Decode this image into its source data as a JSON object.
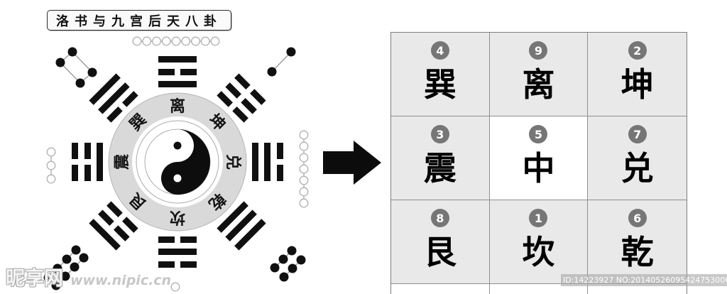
{
  "title": {
    "text": "洛书与九宫后天八卦"
  },
  "bagua_wheel": {
    "center_symbol": "taiji-yin-yang",
    "ring_labels": [
      {
        "char": "离",
        "angle": 0
      },
      {
        "char": "坤",
        "angle": 45
      },
      {
        "char": "兑",
        "angle": 90
      },
      {
        "char": "乾",
        "angle": 135
      },
      {
        "char": "坎",
        "angle": 180
      },
      {
        "char": "艮",
        "angle": 225
      },
      {
        "char": "震",
        "angle": 270
      },
      {
        "char": "巽",
        "angle": 315
      }
    ],
    "trigrams": [
      {
        "name": "li",
        "angle": 0,
        "lines_outer_to_inner": [
          "solid",
          "broken",
          "solid"
        ]
      },
      {
        "name": "kun",
        "angle": 45,
        "lines_outer_to_inner": [
          "broken",
          "broken",
          "broken"
        ]
      },
      {
        "name": "dui",
        "angle": 90,
        "lines_outer_to_inner": [
          "broken",
          "solid",
          "solid"
        ]
      },
      {
        "name": "qian",
        "angle": 135,
        "lines_outer_to_inner": [
          "solid",
          "solid",
          "solid"
        ]
      },
      {
        "name": "kan",
        "angle": 180,
        "lines_outer_to_inner": [
          "broken",
          "solid",
          "broken"
        ]
      },
      {
        "name": "gen",
        "angle": 225,
        "lines_outer_to_inner": [
          "solid",
          "broken",
          "broken"
        ]
      },
      {
        "name": "zhen",
        "angle": 270,
        "lines_outer_to_inner": [
          "broken",
          "broken",
          "solid"
        ]
      },
      {
        "name": "xun",
        "angle": 315,
        "lines_outer_to_inner": [
          "solid",
          "solid",
          "broken"
        ]
      }
    ],
    "luoshu_dot_groups": [
      {
        "number": 9,
        "position": "top",
        "dot_style": "white"
      },
      {
        "number": 4,
        "position": "top-left",
        "dot_style": "black"
      },
      {
        "number": 2,
        "position": "top-right",
        "dot_style": "black"
      },
      {
        "number": 3,
        "position": "left",
        "dot_style": "white"
      },
      {
        "number": 7,
        "position": "right",
        "dot_style": "white"
      },
      {
        "number": 8,
        "position": "bottom-left",
        "dot_style": "black"
      },
      {
        "number": 1,
        "position": "bottom",
        "dot_style": "white"
      },
      {
        "number": 6,
        "position": "bottom-right",
        "dot_style": "black"
      }
    ]
  },
  "nine_palace_grid": {
    "cells": [
      {
        "number": "4",
        "char": "巽"
      },
      {
        "number": "9",
        "char": "离"
      },
      {
        "number": "2",
        "char": "坤"
      },
      {
        "number": "3",
        "char": "震"
      },
      {
        "number": "5",
        "char": "中"
      },
      {
        "number": "7",
        "char": "兑"
      },
      {
        "number": "8",
        "char": "艮"
      },
      {
        "number": "1",
        "char": "坎"
      },
      {
        "number": "6",
        "char": "乾"
      }
    ],
    "highlight_char": "中"
  },
  "watermarks": {
    "site_name": "昵享网",
    "site_url": "www.nipic.cn",
    "id_text": "ID:14223927 NO:20140526095424753000"
  },
  "colors": {
    "ring_fill": "#d9d9d9",
    "ring_edge": "#b5b5b5",
    "inner_circle_edge": "#aaaaaa",
    "cell_fill": "#e9e9e9",
    "center_cell_fill": "#ffffff",
    "number_badge": "#767676",
    "grid_line": "#8f8f8f",
    "ink": "#101010",
    "white_dot_edge": "#b0b0b0"
  }
}
